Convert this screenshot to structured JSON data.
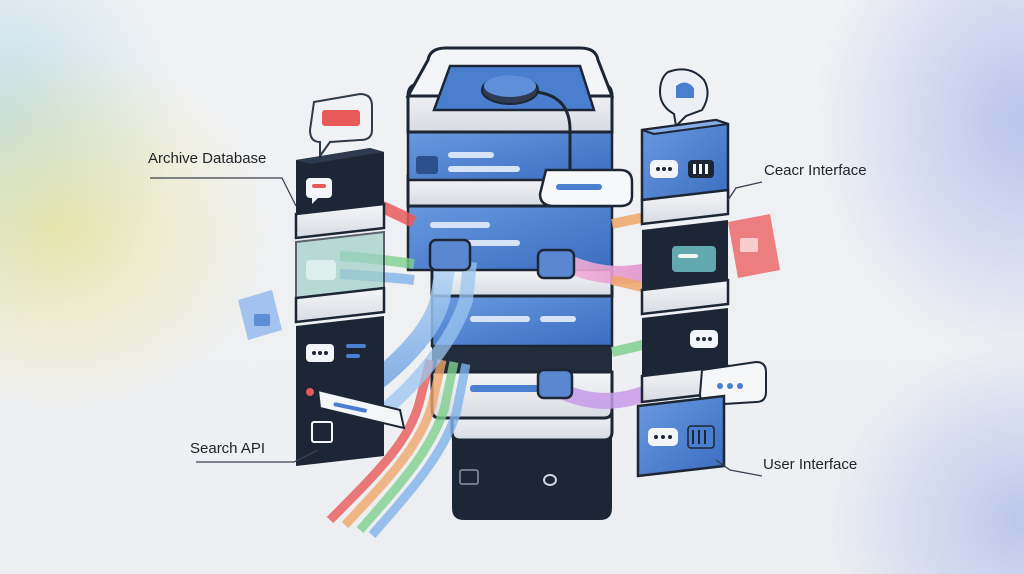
{
  "labels": {
    "archive_database": "Archive Database",
    "search_api": "Search API",
    "ceacr_interface": "Ceacr Interface",
    "user_interface": "User Interface"
  },
  "colors": {
    "blue_panel": "#4a7fd0",
    "dark_block": "#1c2634",
    "light_slab": "#e9ecf1",
    "cable_pink": "#e07bb8",
    "cable_blue": "#7fb3ea",
    "cable_green": "#7fcf8f",
    "cable_orange": "#f0a66a",
    "cable_red": "#e85a5a"
  },
  "icons": [
    "chat-bubble-icon",
    "database-icon",
    "server-icon",
    "cable-bundle-icon"
  ]
}
